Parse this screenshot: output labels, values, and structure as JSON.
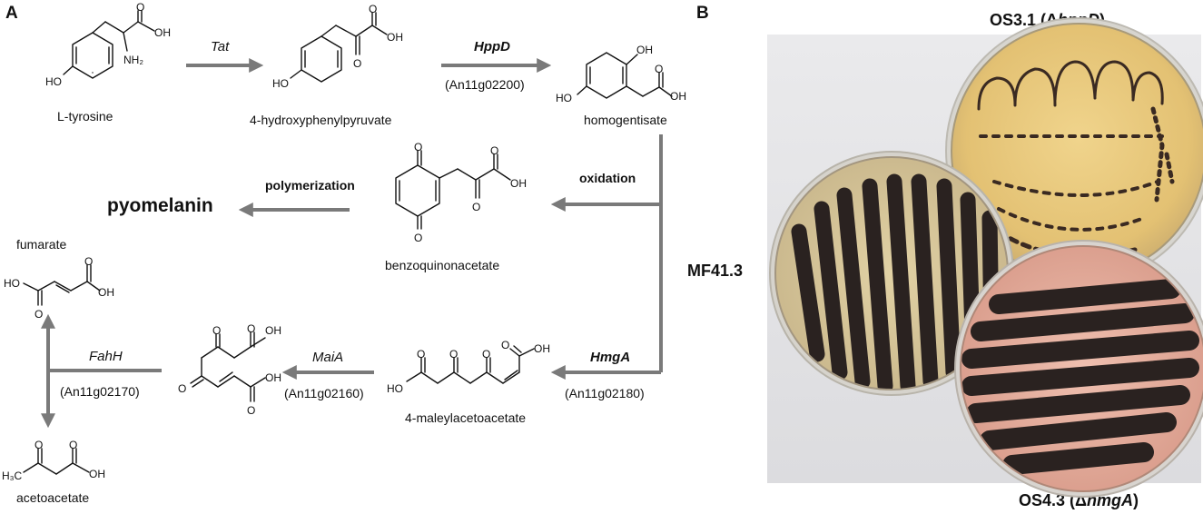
{
  "panel_a": {
    "label": "A",
    "compounds": {
      "tyrosine": "L-tyrosine",
      "hpp": "4-hydroxyphenylpyruvate",
      "homogentisate": "homogentisate",
      "benzoquinonacetate": "benzoquinonacetate",
      "pyomelanin": "pyomelanin",
      "fumarate": "fumarate",
      "maleylacetoacetate": "4-maleylacetoacetate",
      "acetoacetate": "acetoacetate"
    },
    "enzymes": {
      "tat": "Tat",
      "hppd": "HppD",
      "hppd_gene": "(An11g02200)",
      "oxidation": "oxidation",
      "polymerization": "polymerization",
      "hmga": "HmgA",
      "hmga_gene": "(An11g02180)",
      "maia": "MaiA",
      "maia_gene": "(An11g02160)",
      "fahh": "FahH",
      "fahh_gene": "(An11g02170)"
    },
    "atoms": {
      "O": "O",
      "OH": "OH",
      "HO": "HO",
      "NH2": "NH₂",
      "H3C": "H₃C"
    }
  },
  "panel_b": {
    "label": "B",
    "plate_top": "OS3.1 (ΔhppD)",
    "plate_left": "MF41.3",
    "plate_bottom": "OS4.3 (ΔhmgA)"
  },
  "colors": {
    "arrow": "#7a7a7a",
    "photo_bg": "#e9e9ea",
    "agar_yellow": "#e9c979",
    "agar_pink": "#e8b3a3",
    "agar_left": "#d8c79a",
    "colony_dark": "#2a2220"
  }
}
